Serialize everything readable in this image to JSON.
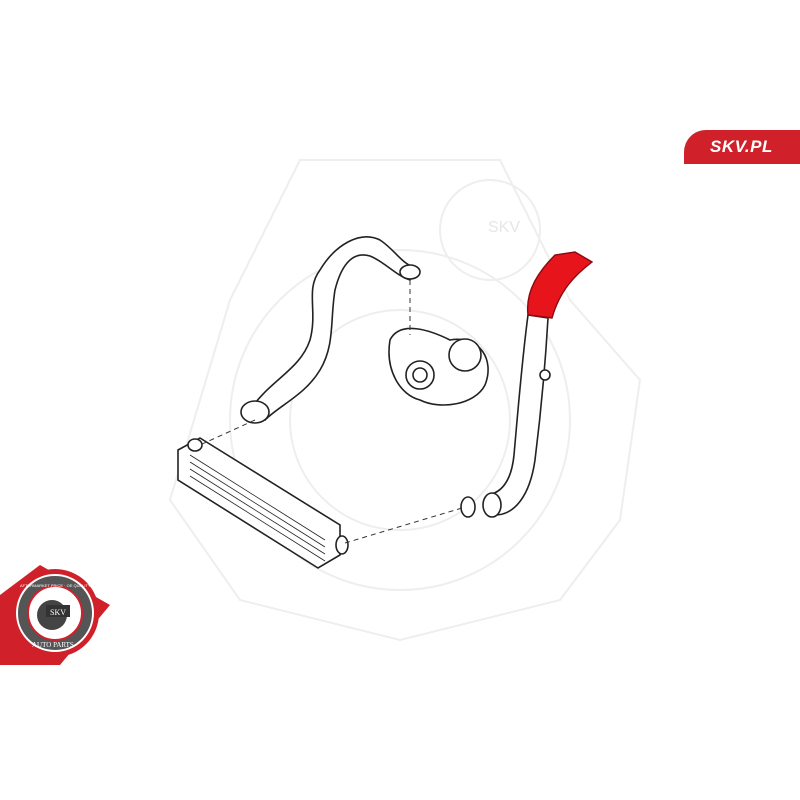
{
  "brand": {
    "site_label": "SKV.PL",
    "color": "#d0202a"
  },
  "badge": {
    "top_text": "AFTERMARKET PRICE · OE QUALITY",
    "center_text": "SKV",
    "bottom_text": "AUTO PARTS"
  },
  "watermark": {
    "text": "SKV"
  },
  "diagram": {
    "highlight_color": "#e8141c",
    "parts": [
      "charge-air-hose-upper",
      "turbocharger",
      "intercooler",
      "charge-air-pipe-highlighted",
      "o-ring"
    ]
  }
}
